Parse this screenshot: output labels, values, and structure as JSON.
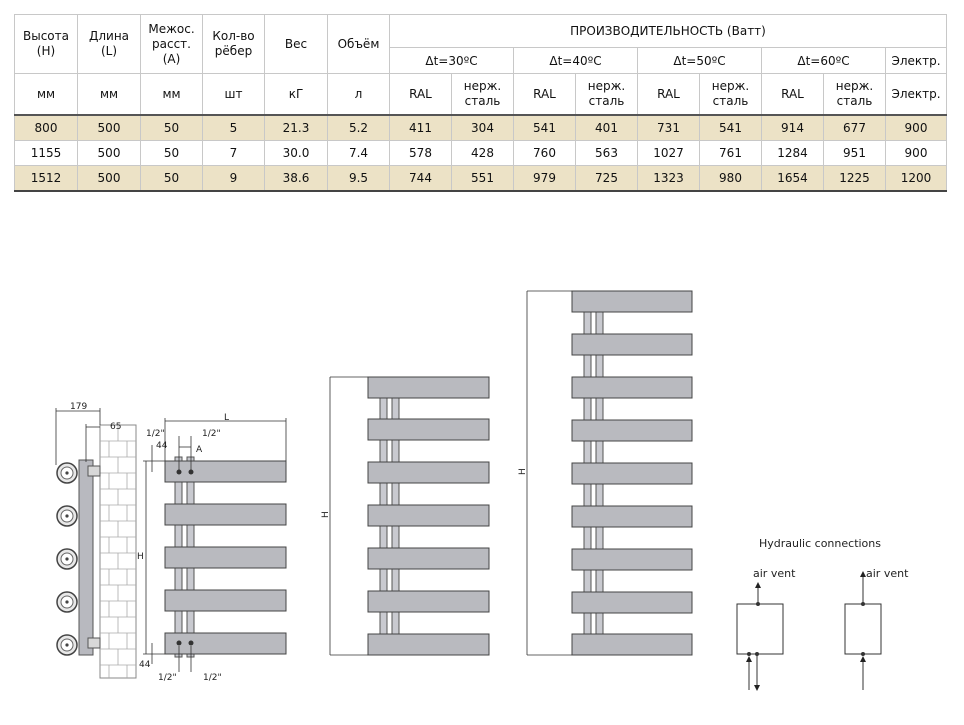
{
  "table": {
    "headers": {
      "height": "Высота\n(H)",
      "length": "Длина\n(L)",
      "spacing": "Межос.\nрасст.\n(A)",
      "ribs": "Кол-во\nрёбер",
      "weight": "Вес",
      "volume": "Объём",
      "performance": "ПРОИЗВОДИТЕЛЬНОСТЬ (Ватт)",
      "dt30": "Δt=30ºC",
      "dt40": "Δt=40ºC",
      "dt50": "Δt=50ºC",
      "dt60": "Δt=60ºC",
      "electric": "Электр."
    },
    "units": {
      "height": "мм",
      "length": "мм",
      "spacing": "мм",
      "ribs": "шт",
      "weight": "кГ",
      "volume": "л",
      "ral": "RAL",
      "steel": "нерж.\nсталь",
      "electric": "Электр."
    },
    "rows": [
      [
        "800",
        "500",
        "50",
        "5",
        "21.3",
        "5.2",
        "411",
        "304",
        "541",
        "401",
        "731",
        "541",
        "914",
        "677",
        "900"
      ],
      [
        "1155",
        "500",
        "50",
        "7",
        "30.0",
        "7.4",
        "578",
        "428",
        "760",
        "563",
        "1027",
        "761",
        "1284",
        "951",
        "900"
      ],
      [
        "1512",
        "500",
        "50",
        "9",
        "38.6",
        "9.5",
        "744",
        "551",
        "979",
        "725",
        "1323",
        "980",
        "1654",
        "1225",
        "1200"
      ]
    ]
  },
  "drawing": {
    "dim_179": "179",
    "dim_65": "65",
    "dim_half_inch": "1/2\"",
    "dim_44": "44",
    "dim_A": "A",
    "dim_L": "L",
    "dim_H": "H"
  },
  "hydraulic": {
    "title": "Hydraulic connections",
    "air_vent": "air vent"
  }
}
